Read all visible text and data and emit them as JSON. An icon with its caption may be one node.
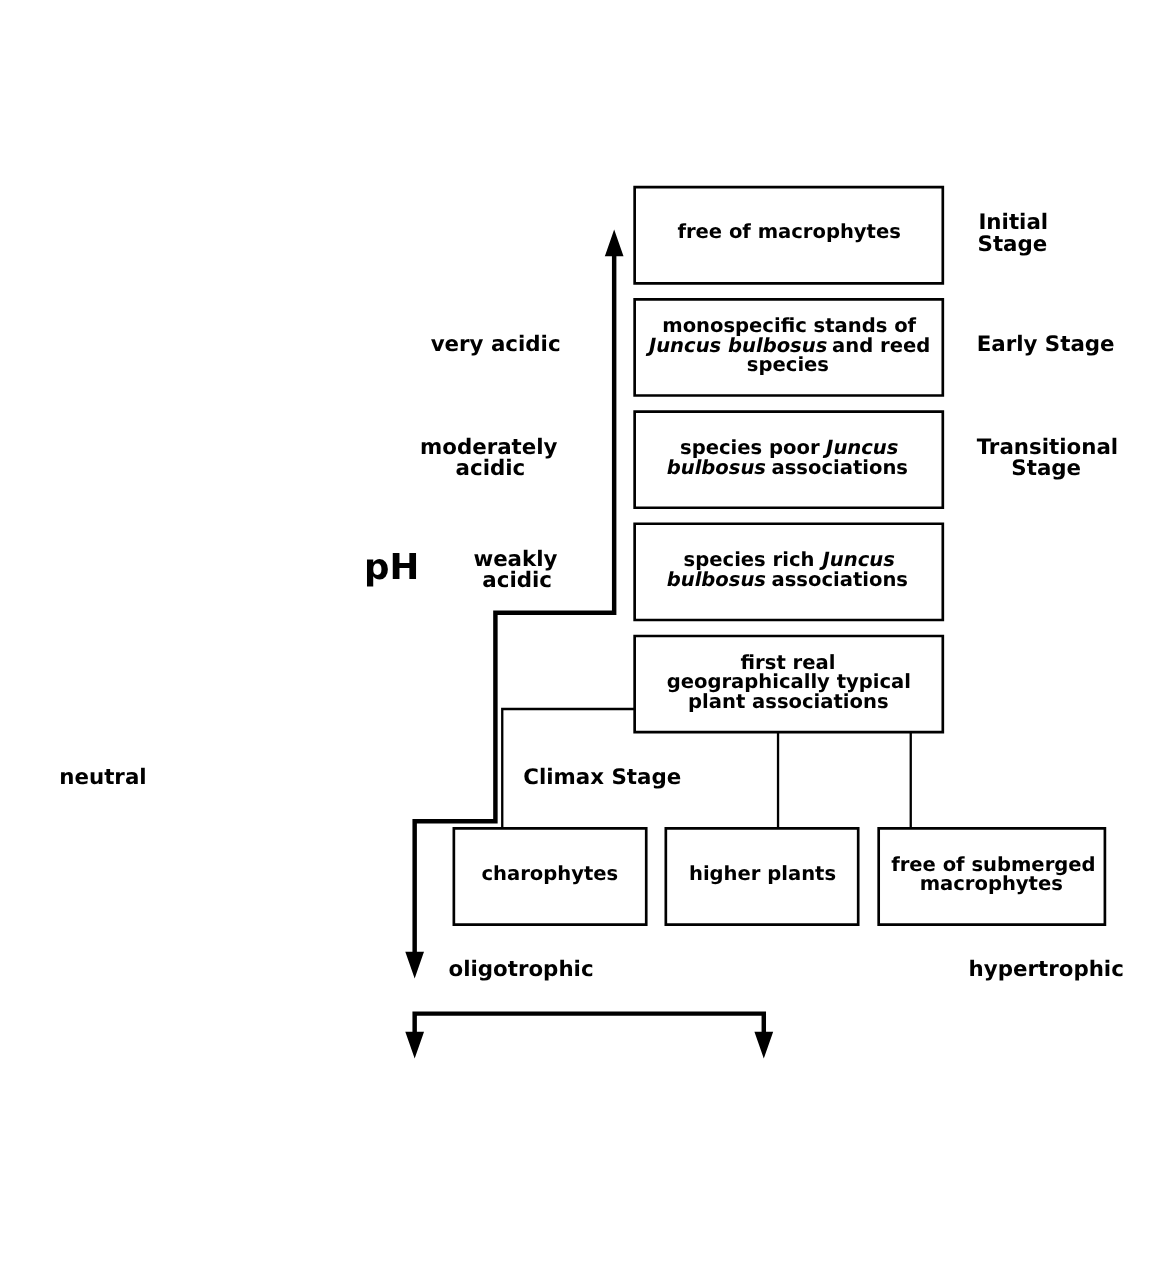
{
  "diagram": {
    "nodes": [
      {
        "text": [
          "free of macrophytes"
        ]
      },
      {
        "text": [
          "monospecific stands of *Juncus bulbosus* and reed species"
        ]
      },
      {
        "text": [
          "species poor *Juncus bulbosus* associations"
        ]
      },
      {
        "text": [
          "species rich *Juncus bulbosus* associations"
        ]
      },
      {
        "text": [
          "first real geographically typical plant associations"
        ]
      },
      {
        "text": [
          "charophytes"
        ]
      },
      {
        "text": [
          "higher plants"
        ]
      },
      {
        "text": [
          "free of submerged macrophytes"
        ]
      }
    ],
    "edges": [
      {
        "from": 4,
        "to": 5,
        "arrow": "none"
      },
      {
        "from": 4,
        "to": 6,
        "arrow": "none"
      },
      {
        "from": 4,
        "to": 7,
        "arrow": "none"
      }
    ],
    "labels": [
      "Initial Stage",
      "very acidic",
      "Early Stage",
      "moderately acidic",
      "Transitional Stage",
      "weakly acidic",
      "neutral",
      "Climax Stage",
      "pH",
      "oligotrophic",
      "hypertrophic"
    ]
  }
}
